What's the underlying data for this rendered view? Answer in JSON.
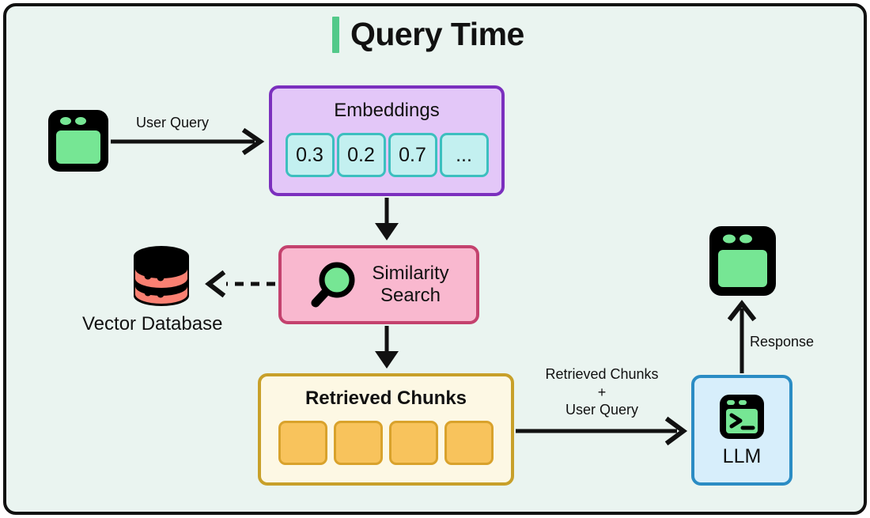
{
  "diagram": {
    "title": "Query Time",
    "accent_color": "#53c98a",
    "background_color": "#eaf4f0",
    "frame_color": "#111111"
  },
  "nodes": {
    "user_client": {
      "name": "browser-window-icon",
      "icon": "browser-window-icon"
    },
    "embeddings": {
      "title": "Embeddings",
      "border_color": "#7b2fbe",
      "fill_color": "#e3c7f8",
      "chips": [
        "0.3",
        "0.2",
        "0.7",
        "..."
      ],
      "chip_fill": "#c3f0f0",
      "chip_border": "#3cbfbf"
    },
    "similarity_search": {
      "line1": "Similarity",
      "line2": "Search",
      "icon": "magnifier-icon",
      "border_color": "#c4426e",
      "fill_color": "#f9b8cf"
    },
    "vector_database": {
      "caption": "Vector Database",
      "icon": "database-icon",
      "icon_accent": "#fa8072"
    },
    "retrieved_chunks": {
      "title": "Retrieved Chunks",
      "border_color": "#c8a02a",
      "fill_color": "#fdf8e4",
      "chunk_count": 4,
      "chunk_fill": "#f8c35c",
      "chunk_border": "#d9a22c"
    },
    "llm": {
      "title": "LLM",
      "icon": "terminal-icon",
      "border_color": "#2b8cc4",
      "fill_color": "#d7eefb"
    },
    "response_client": {
      "name": "browser-window-icon",
      "icon": "browser-window-icon"
    }
  },
  "edges": {
    "user_query": "User Query",
    "retrieved_plus_query_line1": "Retrieved Chunks",
    "retrieved_plus_query_line2": "+",
    "retrieved_plus_query_line3": "User Query",
    "response": "Response"
  }
}
